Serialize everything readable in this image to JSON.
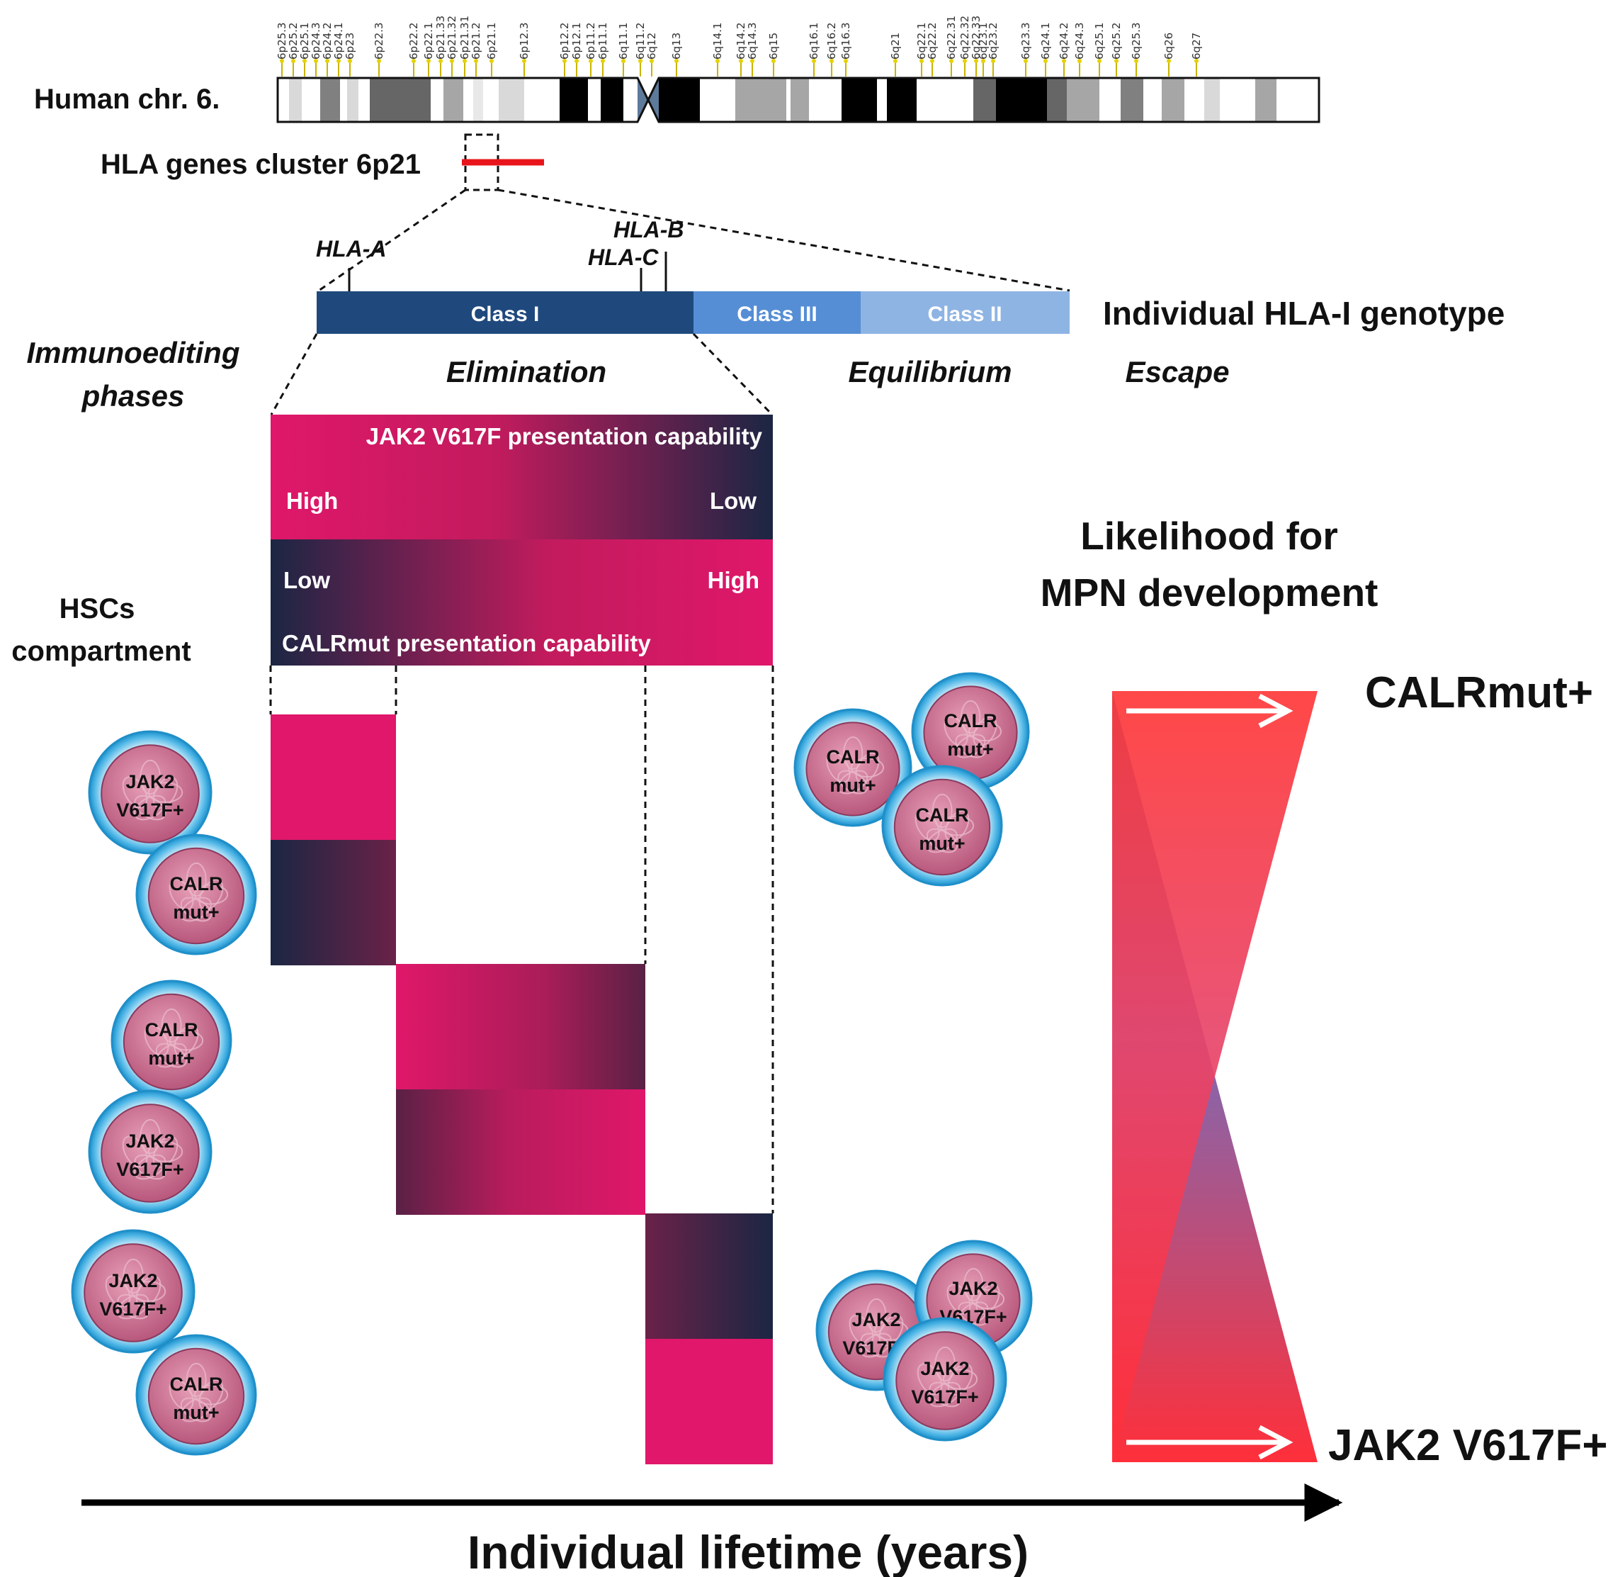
{
  "chromosome": {
    "label": "Human chr. 6.",
    "bands": [
      "6p25.3",
      "6p25.2",
      "6p25.1",
      "6p24.3",
      "6p24.2",
      "6p24.1",
      "6p23",
      "6p22.3",
      "6p22.2",
      "6p22.1",
      "6p21.33",
      "6p21.32",
      "6p21.31",
      "6p21.2",
      "6p21.1",
      "6p12.3",
      "6p12.2",
      "6p12.1",
      "6p11.2",
      "6p11.1",
      "6q11.1",
      "6q11.2",
      "6q12",
      "6q13",
      "6q14.1",
      "6q14.2",
      "6q14.3",
      "6q15",
      "6q16.1",
      "6q16.2",
      "6q16.3",
      "6q21",
      "6q22.1",
      "6q22.2",
      "6q22.31",
      "6q22.32",
      "6q22.33",
      "6q23.1",
      "6q23.2",
      "6q23.3",
      "6q24.1",
      "6q24.2",
      "6q24.3",
      "6q25.1",
      "6q25.2",
      "6q25.3",
      "6q26",
      "6q27"
    ],
    "hla_cluster_label": "HLA genes cluster 6p21"
  },
  "hla": {
    "genes": [
      "HLA-A",
      "HLA-B",
      "HLA-C"
    ],
    "classes": [
      "Class I",
      "Class III",
      "Class II"
    ],
    "genotype_label": "Individual HLA-I genotype"
  },
  "phases": {
    "title_line1": "Immunoediting",
    "title_line2": "phases",
    "elimination": "Elimination",
    "equilibrium": "Equilibrium",
    "escape": "Escape"
  },
  "presentation": {
    "jak2_title": "JAK2 V617F presentation capability",
    "calr_title": "CALRmut presentation capability",
    "high": "High",
    "low": "Low"
  },
  "hsc": {
    "title_line1": "HSCs",
    "title_line2": "compartment",
    "jak2_line1": "JAK2",
    "jak2_line2": "V617F+",
    "calr_line1": "CALR",
    "calr_line2": "mut+"
  },
  "likelihood": {
    "title_line1": "Likelihood for",
    "title_line2": "MPN development",
    "calr_label": "CALRmut+",
    "jak2_label": "JAK2 V617F+"
  },
  "axis": {
    "label": "Individual lifetime (years)"
  },
  "colors": {
    "magenta": "#e0176a",
    "navy": "#1b2643",
    "class1": "#1f497d",
    "class3": "#558ed5",
    "class2": "#8eb4e3",
    "red": "#ff3333",
    "blue": "#2f6fbf",
    "hla_line": "#e8141b",
    "cell_ring": "#2aa4dc",
    "cell_body": "#c46a8a"
  }
}
